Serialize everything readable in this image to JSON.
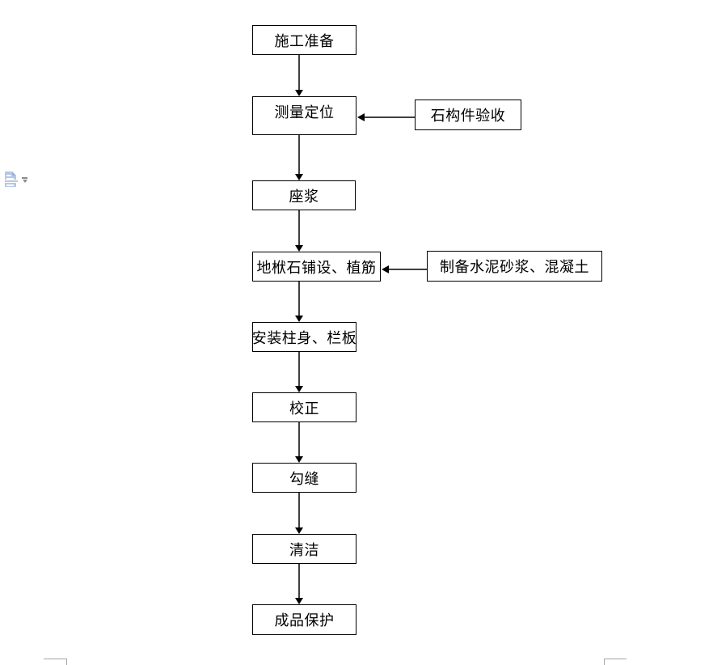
{
  "flowchart": {
    "main_steps": [
      {
        "label": "施工准备"
      },
      {
        "label": "测量定位"
      },
      {
        "label": "座浆"
      },
      {
        "label": "地栿石铺设、植筋"
      },
      {
        "label": "安装柱身、栏板"
      },
      {
        "label": "校正"
      },
      {
        "label": "勾缝"
      },
      {
        "label": "清洁"
      },
      {
        "label": "成品保护"
      }
    ],
    "side_steps": [
      {
        "label": "石构件验收",
        "connects_to": "测量定位"
      },
      {
        "label": "制备水泥砂浆、混凝土",
        "connects_to": "地栿石铺设、植筋"
      }
    ]
  },
  "icons": {
    "paste_options": "paste-options-icon",
    "dropdown": "dropdown-arrow-icon"
  },
  "colors": {
    "background": "#ffffff",
    "box_border": "#000000",
    "arrow_stem": "#3f3f3f",
    "arrow_head": "#000000",
    "paste_icon_blue": "#b6c8e4",
    "margin_mark_gray": "#a6a6a6"
  }
}
